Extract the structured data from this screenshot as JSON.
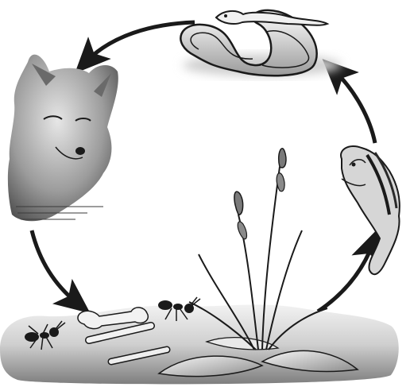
{
  "diagram": {
    "type": "food-cycle",
    "colors": {
      "arrow": "#1a1a1a",
      "ground_light": "#ededed",
      "ground_dark": "#7a7a7a",
      "fox_light": "#d9d9d9",
      "fox_dark": "#5a5a5a",
      "outline": "#1a1a1a"
    },
    "nodes": [
      {
        "id": "snake",
        "icon": "snake-icon"
      },
      {
        "id": "fox",
        "icon": "fox-icon"
      },
      {
        "id": "decomposers",
        "icon": "soil-bones-ants-icon"
      },
      {
        "id": "plant",
        "icon": "grass-plant-icon"
      },
      {
        "id": "chipmunk",
        "icon": "chipmunk-icon"
      }
    ],
    "edges": [
      {
        "from": "snake",
        "to": "fox"
      },
      {
        "from": "fox",
        "to": "decomposers"
      },
      {
        "from": "plant",
        "to": "chipmunk"
      },
      {
        "from": "chipmunk",
        "to": "snake"
      }
    ]
  }
}
